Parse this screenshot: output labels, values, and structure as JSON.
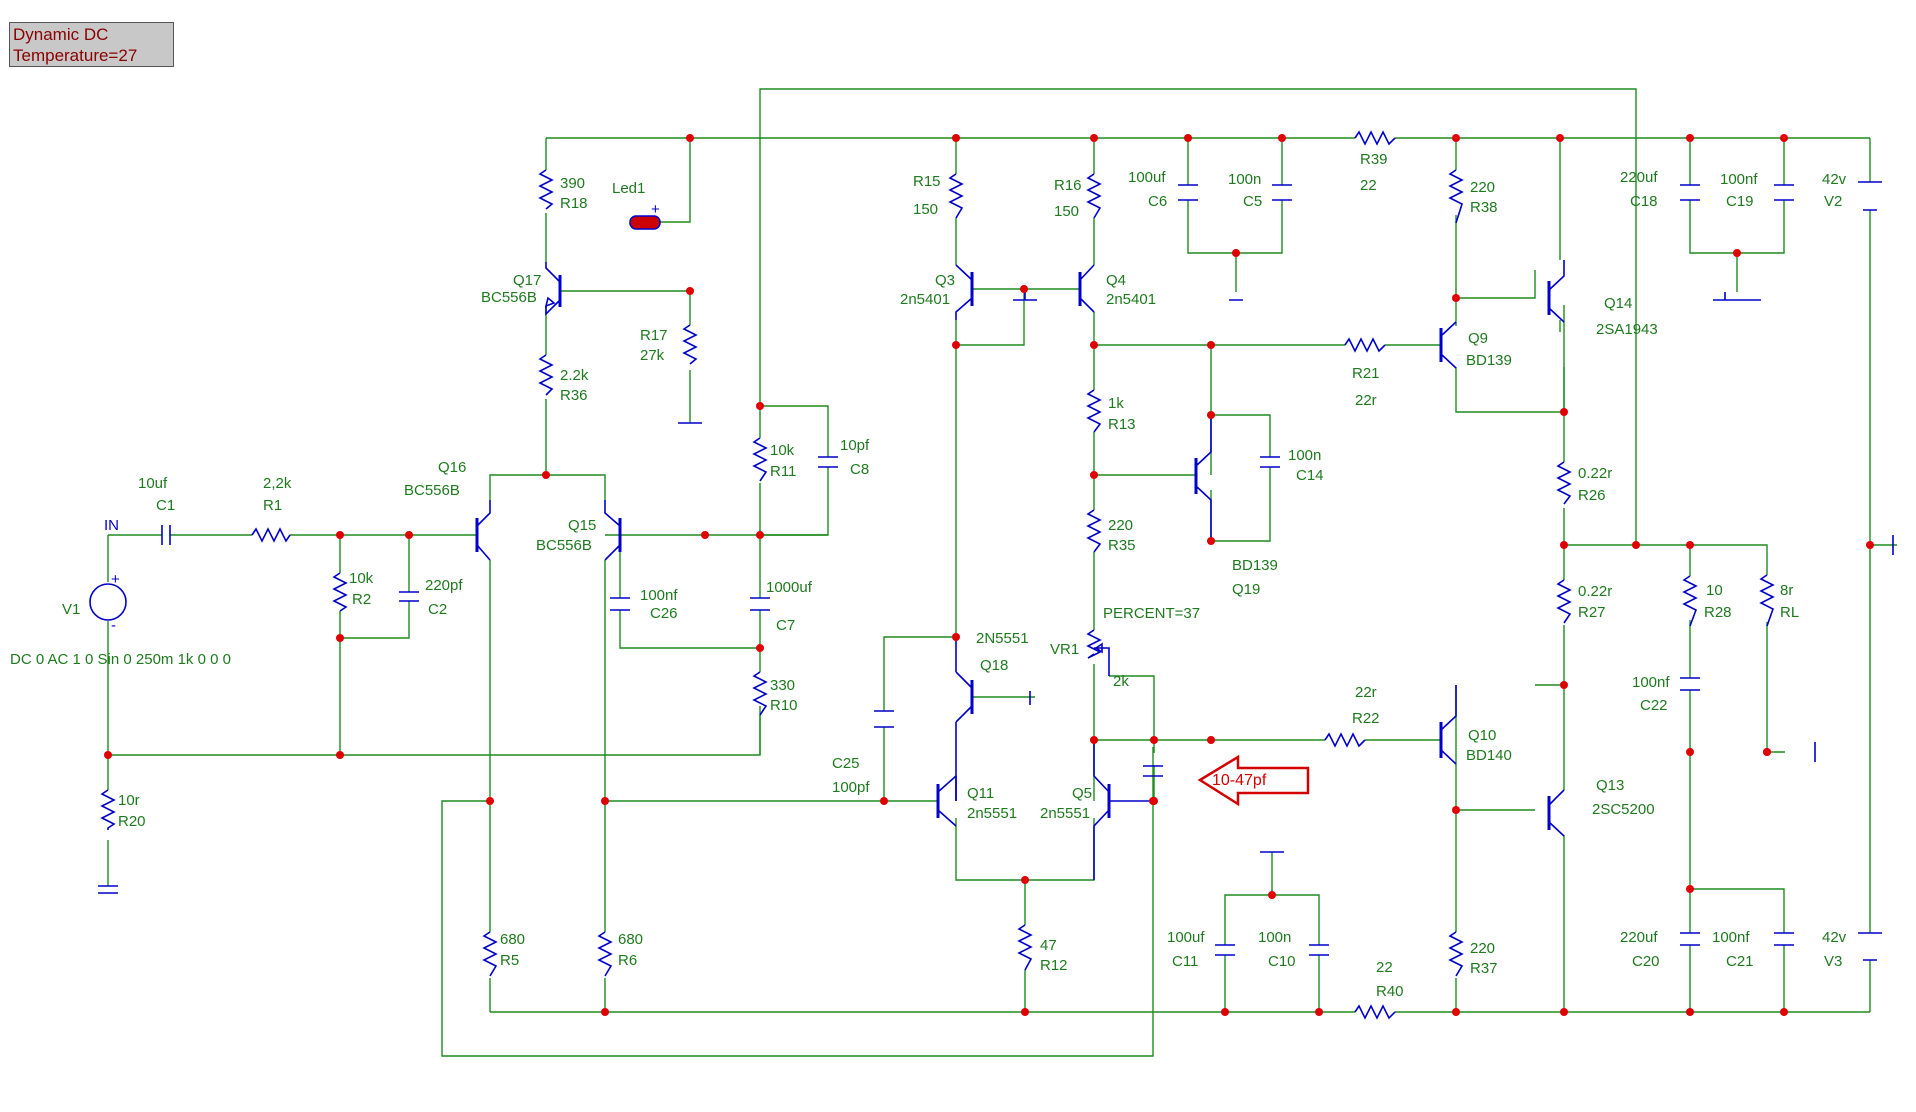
{
  "status_box": {
    "line1": "Dynamic DC",
    "line2": "Temperature=27"
  },
  "colors": {
    "wire": "#1f8c1f",
    "component": "#0000cc",
    "node": "#e00000",
    "label": "#1f7a1f",
    "annotation": "#d40000"
  },
  "input": {
    "node_label": "IN",
    "source_name": "V1",
    "source_spec": "DC 0 AC 1 0 Sin 0 250m 1k 0 0 0"
  },
  "parts": {
    "C1": {
      "value": "10uf",
      "name": "C1"
    },
    "R1": {
      "value": "2,2k",
      "name": "R1"
    },
    "R2": {
      "value": "10k",
      "name": "R2"
    },
    "C2": {
      "value": "220pf",
      "name": "C2"
    },
    "R20": {
      "value": "10r",
      "name": "R20"
    },
    "R18": {
      "value": "390",
      "name": "R18"
    },
    "LED1": {
      "name": "Led1"
    },
    "Q17": {
      "name": "Q17",
      "model": "BC556B"
    },
    "R17": {
      "value": "27k",
      "name": "R17"
    },
    "R36": {
      "value": "2.2k",
      "name": "R36"
    },
    "Q16": {
      "name": "Q16",
      "model": "BC556B"
    },
    "Q15": {
      "name": "Q15",
      "model": "BC556B"
    },
    "R11": {
      "value": "10k",
      "name": "R11"
    },
    "C8": {
      "value": "10pf",
      "name": "C8"
    },
    "C26": {
      "value": "100nf",
      "name": "C26"
    },
    "C7": {
      "value": "1000uf",
      "name": "C7"
    },
    "R10": {
      "value": "330",
      "name": "R10"
    },
    "R5": {
      "value": "680",
      "name": "R5"
    },
    "R6": {
      "value": "680",
      "name": "R6"
    },
    "R15": {
      "value": "150",
      "name": "R15"
    },
    "R16": {
      "value": "150",
      "name": "R16"
    },
    "Q3": {
      "name": "Q3",
      "model": "2n5401"
    },
    "Q4": {
      "name": "Q4",
      "model": "2n5401"
    },
    "Q18": {
      "name": "Q18",
      "model": "2N5551"
    },
    "C25": {
      "value": "100pf",
      "name": "C25"
    },
    "Q11": {
      "name": "Q11",
      "model": "2n5551"
    },
    "Q5": {
      "name": "Q5",
      "model": "2n5551"
    },
    "R12": {
      "value": "47",
      "name": "R12"
    },
    "C6": {
      "value": "100uf",
      "name": "C6"
    },
    "C5": {
      "value": "100n",
      "name": "C5"
    },
    "R13": {
      "value": "1k",
      "name": "R13"
    },
    "R35": {
      "value": "220",
      "name": "R35"
    },
    "VR1": {
      "name": "VR1",
      "value": "2k",
      "param": "PERCENT=37"
    },
    "Q19": {
      "name": "Q19",
      "model": "BD139"
    },
    "C14": {
      "value": "100n",
      "name": "C14"
    },
    "R39": {
      "value": "22",
      "name": "R39"
    },
    "R21": {
      "value": "22r",
      "name": "R21"
    },
    "R22": {
      "value": "22r",
      "name": "R22"
    },
    "R38": {
      "value": "220",
      "name": "R38"
    },
    "Q9": {
      "name": "Q9",
      "model": "BD139"
    },
    "Q10": {
      "name": "Q10",
      "model": "BD140"
    },
    "Q14": {
      "name": "Q14",
      "model": "2SA1943"
    },
    "Q13": {
      "name": "Q13",
      "model": "2SC5200"
    },
    "R26": {
      "value": "0.22r",
      "name": "R26"
    },
    "R27": {
      "value": "0.22r",
      "name": "R27"
    },
    "C11": {
      "value": "100uf",
      "name": "C11"
    },
    "C10": {
      "value": "100n",
      "name": "C10"
    },
    "R40": {
      "value": "22",
      "name": "R40"
    },
    "R37": {
      "value": "220",
      "name": "R37"
    },
    "C18": {
      "value": "220uf",
      "name": "C18"
    },
    "C19": {
      "value": "100nf",
      "name": "C19"
    },
    "V2": {
      "value": "42v",
      "name": "V2"
    },
    "R28": {
      "value": "10",
      "name": "R28"
    },
    "RL": {
      "value": "8r",
      "name": "RL"
    },
    "C22": {
      "value": "100nf",
      "name": "C22"
    },
    "C20": {
      "value": "220uf",
      "name": "C20"
    },
    "C21": {
      "value": "100nf",
      "name": "C21"
    },
    "V3": {
      "value": "42v",
      "name": "V3"
    }
  },
  "annotation": {
    "text": "10-47pf"
  }
}
